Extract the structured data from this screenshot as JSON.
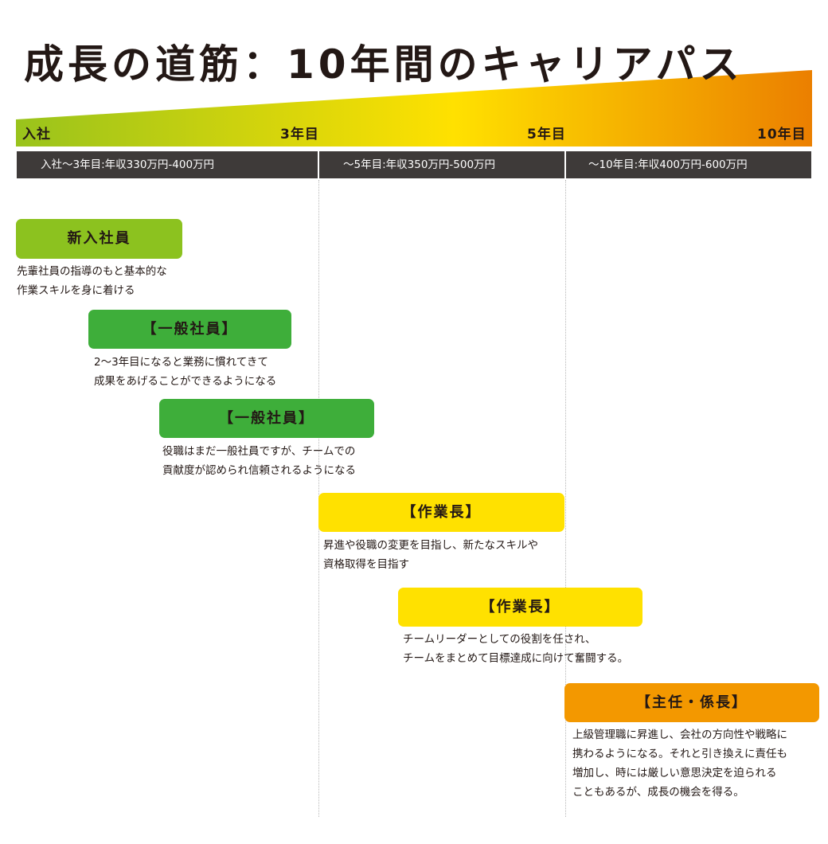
{
  "title": "成長の道筋：10年間のキャリアパス",
  "colors": {
    "gradient_start": "#99c31c",
    "gradient_mid": "#ffe100",
    "gradient_end": "#eb7f00",
    "salary_bar": "#3e3a39",
    "stage_green_light": "#8cc21f",
    "stage_green": "#3eae3a",
    "stage_yellow": "#ffe100",
    "stage_orange": "#f39800"
  },
  "milestones": [
    "入社",
    "3年目",
    "5年目",
    "10年目"
  ],
  "salary_bands": [
    "入社〜3年目:年収330万円-400万円",
    "〜5年目:年収350万円-500万円",
    "〜10年目:年収400万円-600万円"
  ],
  "stages": [
    {
      "label": "新入社員",
      "desc": [
        "先輩社員の指導のもと基本的な",
        "作業スキルを身に着ける"
      ]
    },
    {
      "label": "【一般社員】",
      "desc": [
        "2〜3年目になると業務に慣れてきて",
        "成果をあげることができるようになる"
      ]
    },
    {
      "label": "【一般社員】",
      "desc": [
        "役職はまだ一般社員ですが、チームでの",
        "貢献度が認められ信頼されるようになる"
      ]
    },
    {
      "label": "【作業長】",
      "desc": [
        "昇進や役職の変更を目指し、新たなスキルや",
        "資格取得を目指す"
      ]
    },
    {
      "label": "【作業長】",
      "desc": [
        "チームリーダーとしての役割を任され、",
        "チームをまとめて目標達成に向けて奮闘する。"
      ]
    },
    {
      "label": "【主任・係長】",
      "desc": [
        "上級管理職に昇進し、会社の方向性や戦略に",
        "携わるようになる。それと引き換えに責任も",
        "増加し、時には厳しい意思決定を迫られる",
        "こともあるが、成長の機会を得る。"
      ]
    }
  ]
}
